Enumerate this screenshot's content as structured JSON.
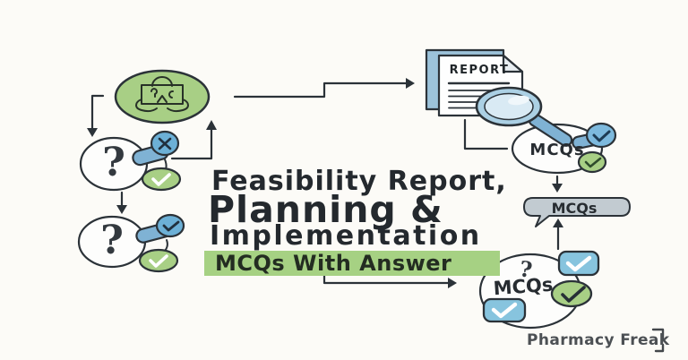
{
  "title": {
    "line1": "Feasibility Report,",
    "line2": "Planning &",
    "line3": "Implementation"
  },
  "highlight": {
    "label": "MCQs With Answer"
  },
  "diagram": {
    "report_doc": {
      "label": "REPORT"
    },
    "mcqs_circle_top": {
      "label": "MCQs"
    },
    "mcqs_bubble": {
      "label": "MCQs"
    },
    "mcqs_circle_bottom": {
      "label": "MCQs",
      "question_mark": "?"
    },
    "question_circle_1": {
      "symbol": "?"
    },
    "question_circle_2": {
      "symbol": "?"
    }
  },
  "branding": {
    "name": "Pharmacy Freak"
  },
  "colors": {
    "node_green": "#a8cf85",
    "highlight_green": "#a6d183",
    "badge_blue": "#7fb2d4",
    "checkbox_blue": "#87c4de",
    "lens_blue": "#d9eaf4",
    "bubble_gray": "#c2cbd1",
    "outline_dark": "#2b3238",
    "title_text": "#24292e"
  }
}
